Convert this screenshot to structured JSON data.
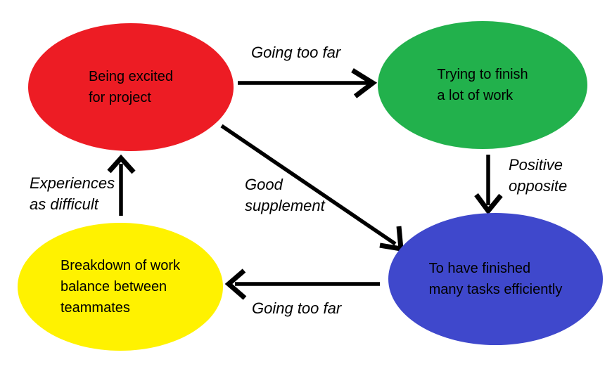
{
  "diagram": {
    "background": "#ffffff",
    "arrow_color": "#000000",
    "nodes": [
      {
        "id": "excited",
        "label": "Being excited\nfor project",
        "color": "#ed1c24"
      },
      {
        "id": "trying",
        "label": "Trying to finish\na lot of work",
        "color": "#22b14c"
      },
      {
        "id": "finished",
        "label": "To have finished\nmany tasks efficiently",
        "color": "#3f48cc"
      },
      {
        "id": "breakdown",
        "label": "Breakdown of work\nbalance between\nteammates",
        "color": "#fff200"
      }
    ],
    "edges": [
      {
        "from": "excited",
        "to": "trying",
        "label": "Going too far"
      },
      {
        "from": "trying",
        "to": "finished",
        "label": "Positive\nopposite"
      },
      {
        "from": "excited",
        "to": "finished",
        "label": "Good\nsupplement"
      },
      {
        "from": "finished",
        "to": "breakdown",
        "label": "Going too far"
      },
      {
        "from": "breakdown",
        "to": "excited",
        "label": "Experiences\nas difficult"
      }
    ]
  }
}
